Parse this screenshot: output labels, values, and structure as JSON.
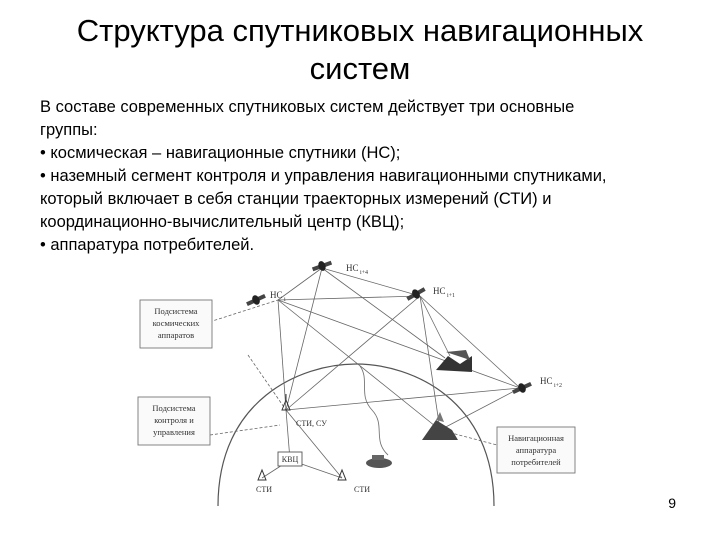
{
  "slide": {
    "title_lines": [
      "Структура спутниковых навигационных",
      "систем"
    ],
    "body_lines": [
      "В составе современных спутниковых систем действует три основные",
      "группы:",
      "• космическая – навигационные спутники (НС);",
      "• наземный сегмент контроля и управления навигационными спутниками,",
      "который включает в себя станции траекторных измерений (СТИ) и",
      "координационно-вычислительный центр (КВЦ);",
      "• аппаратура потребителей."
    ],
    "page_number": "9"
  },
  "diagram": {
    "boxes": {
      "space": [
        "Подсистема",
        "космических",
        "аппаратов"
      ],
      "ground": [
        "Подсистема",
        "контроля и",
        "управления"
      ],
      "user": [
        "Навигационная",
        "аппаратура",
        "потребителей"
      ]
    },
    "satellites": {
      "s1": "НС",
      "s1_sub": "i+4",
      "s2": "НС",
      "s2_sub": "i",
      "s3": "НС",
      "s3_sub": "i+1",
      "s4": "НС",
      "s4_sub": "i+2"
    },
    "stations": {
      "sti_su": "СТИ, СУ",
      "kvc": "КВЦ",
      "sti_left": "СТИ",
      "sti_right": "СТИ"
    }
  }
}
